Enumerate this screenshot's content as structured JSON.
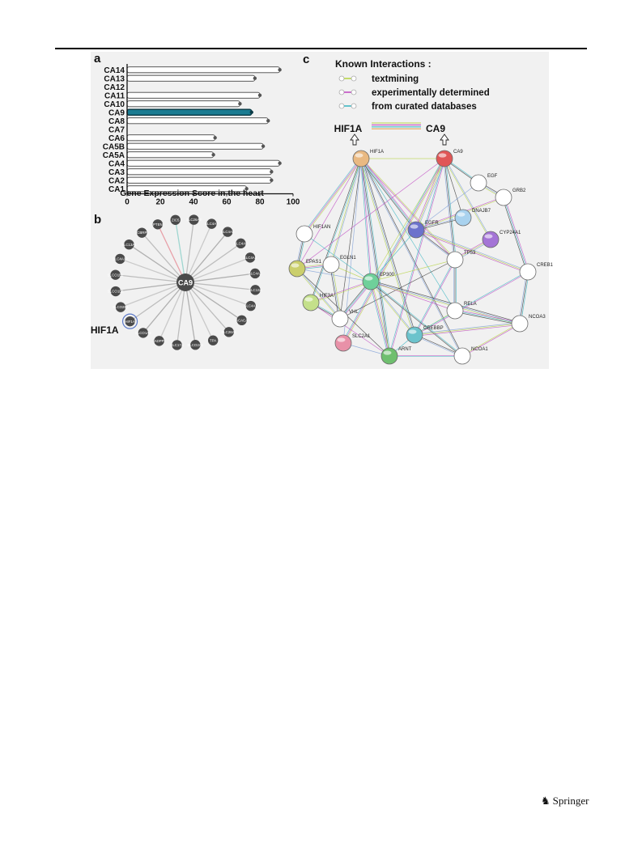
{
  "page": {
    "publisher": "Springer",
    "publisher_logo_icon": "springer-horse-icon"
  },
  "figure": {
    "panel_labels": [
      "a",
      "b",
      "c"
    ]
  },
  "chart_data": {
    "type": "bar",
    "orientation": "horizontal",
    "categories": [
      "CA14",
      "CA13",
      "CA12",
      "CA11",
      "CA10",
      "CA9",
      "CA8",
      "CA7",
      "CA6",
      "CA5B",
      "CA5A",
      "CA4",
      "CA3",
      "CA2",
      "CA1"
    ],
    "values": [
      92,
      77,
      0,
      80,
      68,
      75,
      85,
      0,
      53,
      82,
      52,
      92,
      87,
      87,
      72
    ],
    "highlight": "CA9",
    "highlight_color": "#1b7c92",
    "xlabel": "Gene Expression Score in the heart",
    "xlim": [
      0,
      100
    ],
    "xticks": [
      "0",
      "20",
      "40",
      "60",
      "80",
      "100"
    ],
    "grid": false
  },
  "panel_b": {
    "center": "CA9",
    "callout": "HIF1A",
    "nodes": [
      "SLC26A3",
      "SLC4A7",
      "SLC4A8",
      "SLC4A9",
      "SLC4A4",
      "SLC4A2",
      "SLC13A",
      "SLC4A1",
      "ACACA",
      "SLC26A1",
      "TPA",
      "SLCO2A1",
      "SLC17A",
      "ADPP",
      "SLCO1A2",
      "HIF1A",
      "SLCO2B1",
      "SLCO1D1",
      "SLCO1B1",
      "SLC4A10",
      "SLC13A1",
      "CBRP",
      "PTEN",
      "ZIC5"
    ]
  },
  "panel_c": {
    "legend_title": "Known Interactions :",
    "legend": [
      {
        "label": "textmining",
        "color": "#b9d64a"
      },
      {
        "label": "experimentally determined",
        "color": "#c24fc4"
      },
      {
        "label": "from curated databases",
        "color": "#40b8c4"
      }
    ],
    "highlight_left": "HIF1A",
    "highlight_right": "CA9",
    "nodes": [
      {
        "id": "HIF1A",
        "color": "#e9b982"
      },
      {
        "id": "CA9",
        "color": "#e05656"
      },
      {
        "id": "EGF",
        "color": "#ffffff"
      },
      {
        "id": "GRB2",
        "color": "#ffffff"
      },
      {
        "id": "DNAJB7",
        "color": "#a9d2ee"
      },
      {
        "id": "EGFR",
        "color": "#6c72cc"
      },
      {
        "id": "CYP24A1",
        "color": "#a474d6"
      },
      {
        "id": "HIF1AN",
        "color": "#ffffff"
      },
      {
        "id": "EGLN1",
        "color": "#ffffff"
      },
      {
        "id": "EPAS1",
        "color": "#cbcf6c"
      },
      {
        "id": "TP53",
        "color": "#ffffff"
      },
      {
        "id": "CREB1",
        "color": "#ffffff"
      },
      {
        "id": "EP300",
        "color": "#6fd09a"
      },
      {
        "id": "HIF3A",
        "color": "#c4e08a"
      },
      {
        "id": "VHL",
        "color": "#ffffff"
      },
      {
        "id": "RELA",
        "color": "#ffffff"
      },
      {
        "id": "NCOA3",
        "color": "#ffffff"
      },
      {
        "id": "SLC2A1",
        "color": "#e891a8"
      },
      {
        "id": "CREBBP",
        "color": "#6cc3cc"
      },
      {
        "id": "NCOA1",
        "color": "#ffffff"
      },
      {
        "id": "ARNT",
        "color": "#6fbf6f"
      }
    ]
  }
}
